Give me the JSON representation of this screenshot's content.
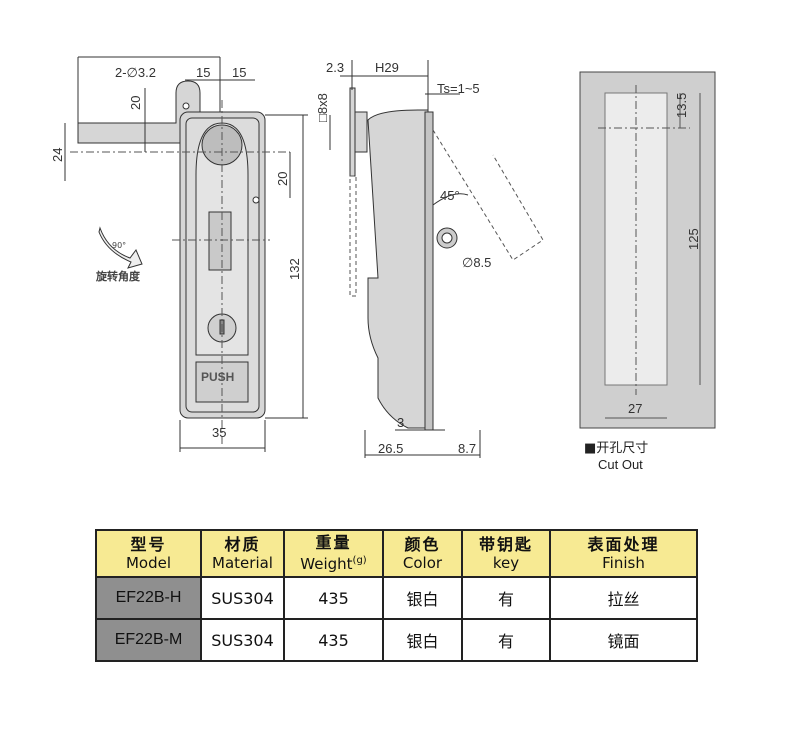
{
  "drawing": {
    "front_view": {
      "holes": "2-∅3.2",
      "dim_15a": "15",
      "dim_15b": "15",
      "dim_20_top": "20",
      "dim_24": "24",
      "dim_20_right": "20",
      "dim_132": "132",
      "dim_35": "35",
      "push_label": "PUSH",
      "rotation_angle": "90°",
      "rotation_label": "旋转角度"
    },
    "side_view": {
      "dim_2_3": "2.3",
      "dim_h29": "H29",
      "ts": "Ts=1~5",
      "square": "□8x8",
      "angle": "45°",
      "hole": "∅8.5",
      "dim_3": "3",
      "dim_26_5": "26.5",
      "dim_8_7": "8.7"
    },
    "cutout": {
      "dim_13_5": "13.5",
      "dim_125": "125",
      "dim_27": "27",
      "label_cn": "■开孔尺寸",
      "label_en": "Cut Out"
    }
  },
  "table": {
    "headers": [
      {
        "cn": "型号",
        "en": "Model"
      },
      {
        "cn": "材质",
        "en": "Material"
      },
      {
        "cn": "重量",
        "en": "Weight",
        "unit": "(g)"
      },
      {
        "cn": "颜色",
        "en": "Color"
      },
      {
        "cn": "带钥匙",
        "en": "key"
      },
      {
        "cn": "表面处理",
        "en": "Finish"
      }
    ],
    "rows": [
      {
        "model": "EF22B-H",
        "material": "SUS304",
        "weight": "435",
        "color": "银白",
        "key": "有",
        "finish": "拉丝"
      },
      {
        "model": "EF22B-M",
        "material": "SUS304",
        "weight": "435",
        "color": "银白",
        "key": "有",
        "finish": "镜面"
      }
    ]
  }
}
